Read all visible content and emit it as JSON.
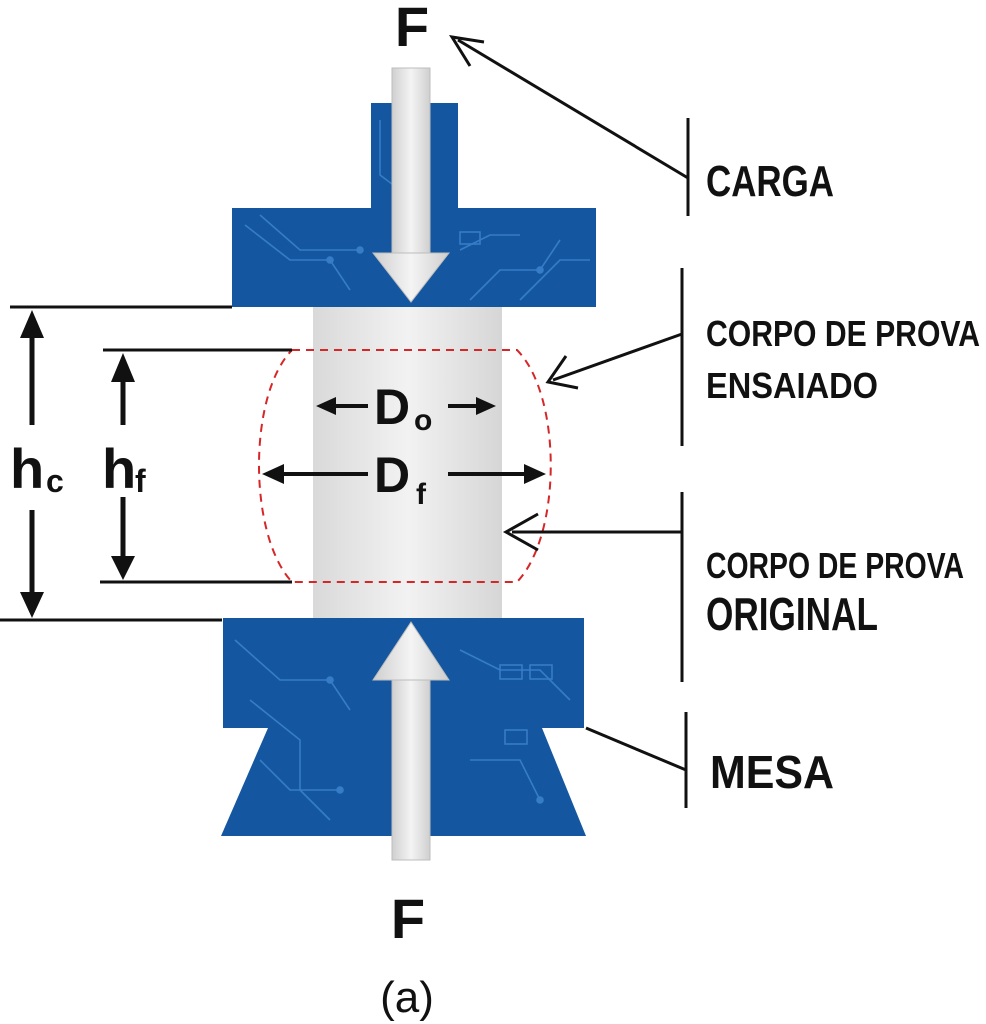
{
  "force_top": "F",
  "force_bottom": "F",
  "caption": "(a)",
  "labels": {
    "carga": "CARGA",
    "ensaiado_line1": "CORPO DE PROVA",
    "ensaiado_line2": "ENSAIADO",
    "original_line1": "CORPO DE PROVA",
    "original_line2": "ORIGINAL",
    "mesa": "MESA"
  },
  "dimensions": {
    "hc_main": "h",
    "hc_sub": "c",
    "hf_main": "h",
    "hf_sub": "f",
    "do_main": "D",
    "do_sub": "o",
    "df_main": "D",
    "df_sub": "f"
  },
  "colors": {
    "platen_blue": "#1457a0",
    "circuit_line": "#3f86d0",
    "specimen": "#e6e6e6",
    "arrow_gray": "#e3e3e3",
    "deformed_outline": "#d62728",
    "ink": "#111111"
  }
}
